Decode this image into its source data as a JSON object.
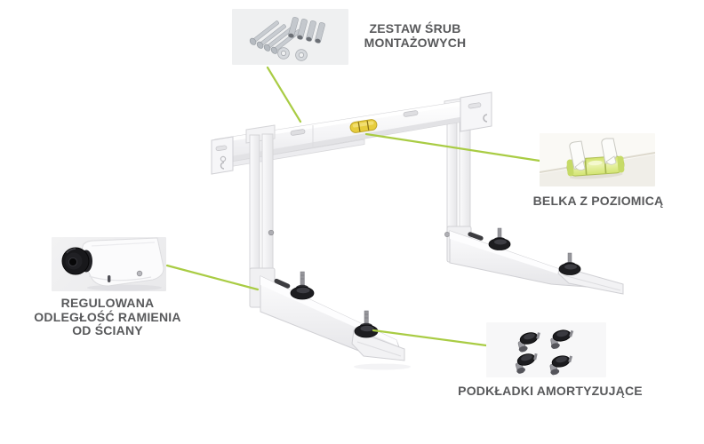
{
  "diagram_type": "product-callout-diagram",
  "subject": "air-conditioner-wall-mounting-bracket",
  "colors": {
    "callout_line": "#a9cc44",
    "label_text": "#58595b",
    "beam_level_bubble": "#e7cd3d",
    "vial_green": "#d9e87a",
    "background": "#ffffff"
  },
  "callouts": {
    "screws": {
      "photo": "mounting-screws-anchors-washers-photo",
      "lines": [
        "ZESTAW ŚRUB",
        "MONTAŻOWYCH"
      ]
    },
    "level": {
      "photo": "spirit-level-on-beam-photo",
      "lines": [
        "BELKA Z POZIOMICĄ"
      ]
    },
    "arm": {
      "photo": "arm-end-adjustable-foot-photo",
      "lines": [
        "REGULOWANA",
        "ODLEGŁOŚĆ RAMIENIA",
        "OD ŚCIANY"
      ]
    },
    "pads": {
      "photo": "rubber-damping-pads-photo",
      "lines": [
        "PODKŁADKI AMORTYZUJĄCE"
      ]
    }
  }
}
